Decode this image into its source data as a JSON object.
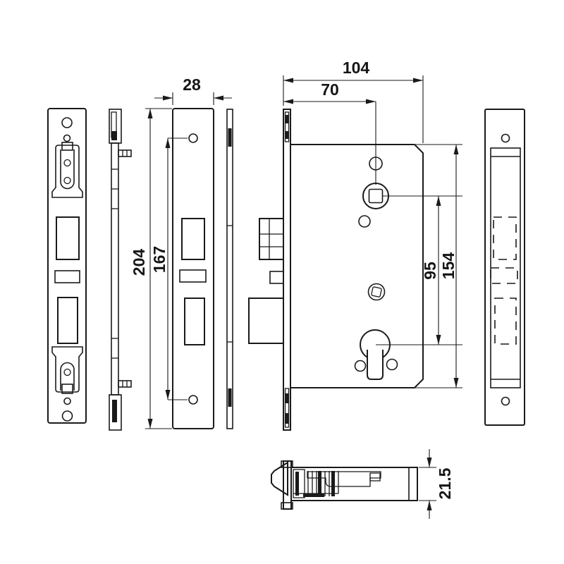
{
  "drawing": {
    "background": "#ffffff",
    "line_color": "#1a1a1a",
    "dimensions": {
      "plate_width": "28",
      "plate_length": "204",
      "screw_spacing": "167",
      "lock_width": "104",
      "backset": "70",
      "spindle_to_cylinder": "95",
      "body_extent": "154",
      "case_thickness": "21.5"
    }
  }
}
